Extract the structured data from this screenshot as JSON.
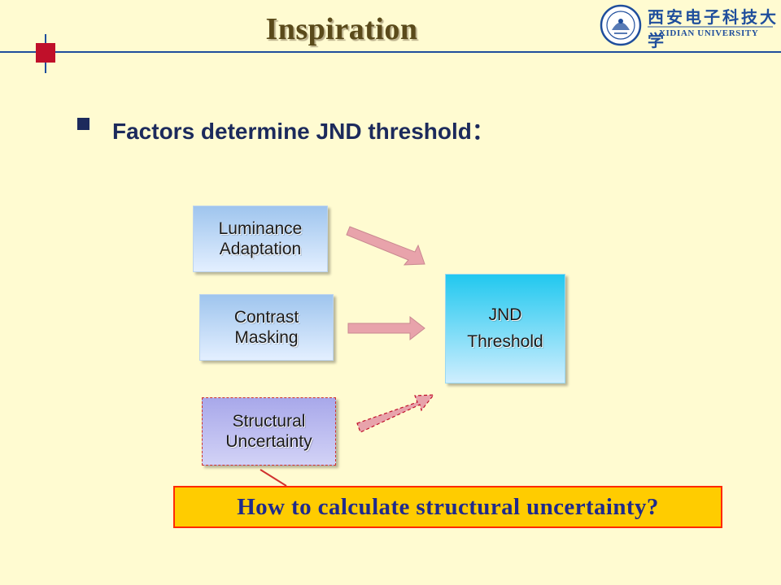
{
  "slide": {
    "title": "Inspiration",
    "university": {
      "name_cn": "西安电子科技大学",
      "name_en": "XIDIAN UNIVERSITY"
    },
    "bullet": "Factors determine JND threshold：",
    "factors": [
      {
        "line1": "Luminance",
        "line2": "Adaptation"
      },
      {
        "line1": "Contrast",
        "line2": "Masking"
      },
      {
        "line1": "Structural",
        "line2": "Uncertainty"
      }
    ],
    "target": {
      "line1": "JND",
      "line2": "Threshold"
    },
    "question": "How to calculate structural uncertainty?"
  },
  "colors": {
    "background": "#fffbd1",
    "accent_blue": "#1f4e9c",
    "accent_red": "#c0102a",
    "callout_fill": "#ffcc00",
    "callout_border": "#ff2a00",
    "arrow": "#e8a3ab"
  }
}
